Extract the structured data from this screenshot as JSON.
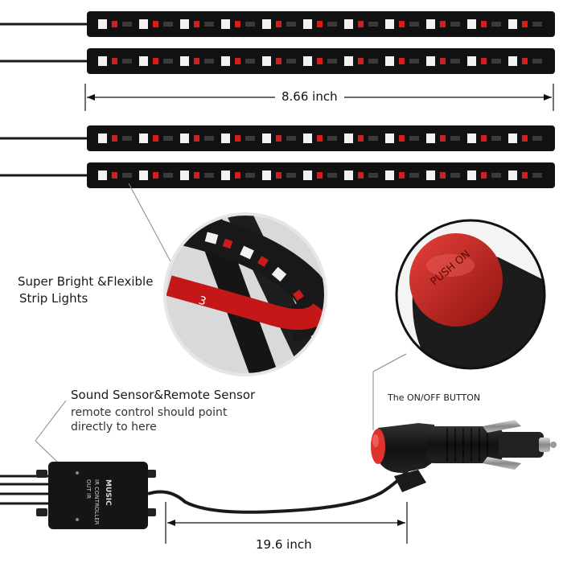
{
  "dimensions": {
    "strip_length": "8.66 inch",
    "cable_length": "19.6 inch"
  },
  "callouts": {
    "strip_title_line1": "Super Bright &Flexible",
    "strip_title_line2": "Strip Lights",
    "sensor_title": "Sound Sensor&Remote Sensor",
    "sensor_note_line1": "remote control should point",
    "sensor_note_line2": "directly to here",
    "button_label": "The ON/OFF BUTTON"
  },
  "controller": {
    "brand": "MUSIC",
    "label_line1": "IR CONTROLLER",
    "label_line2": "OUT    IR"
  },
  "button": {
    "cap_text": "PUSH ON"
  },
  "colors": {
    "strip_body": "#111111",
    "led_white": "#f2f2f2",
    "led_red": "#d21e1e",
    "cable": "#1a1a1a",
    "plug_tip": "#e0322d"
  }
}
